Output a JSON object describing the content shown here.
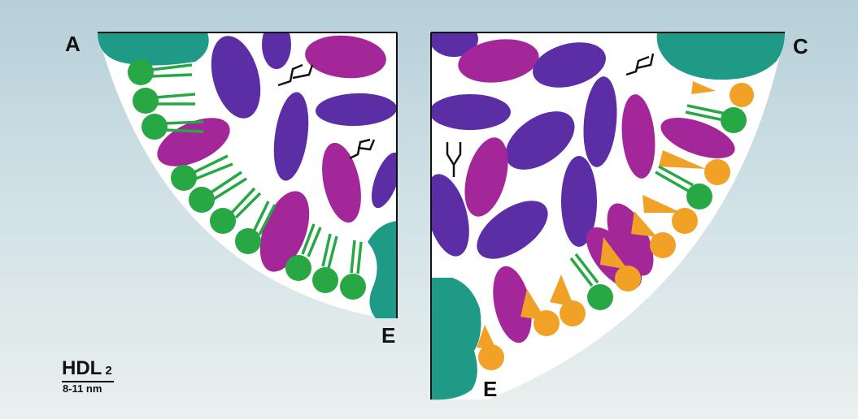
{
  "labels": {
    "a": "A",
    "c": "C",
    "e_left": "E",
    "e_right": "E"
  },
  "particle": {
    "name": "HDL",
    "subscript": "2",
    "size": "8-11 nm"
  },
  "colors": {
    "background_top": "#b6cfd8",
    "background_bottom": "#eaf0ee",
    "core": "#ffffff",
    "apolipoprotein": "#1f9a86",
    "phospholipid": "#27a845",
    "cholesteryl_ester": "#5b2ea6",
    "triglyceride": "#a4279a",
    "free_cholesterol": "#f0a126",
    "outline": "#111111"
  }
}
